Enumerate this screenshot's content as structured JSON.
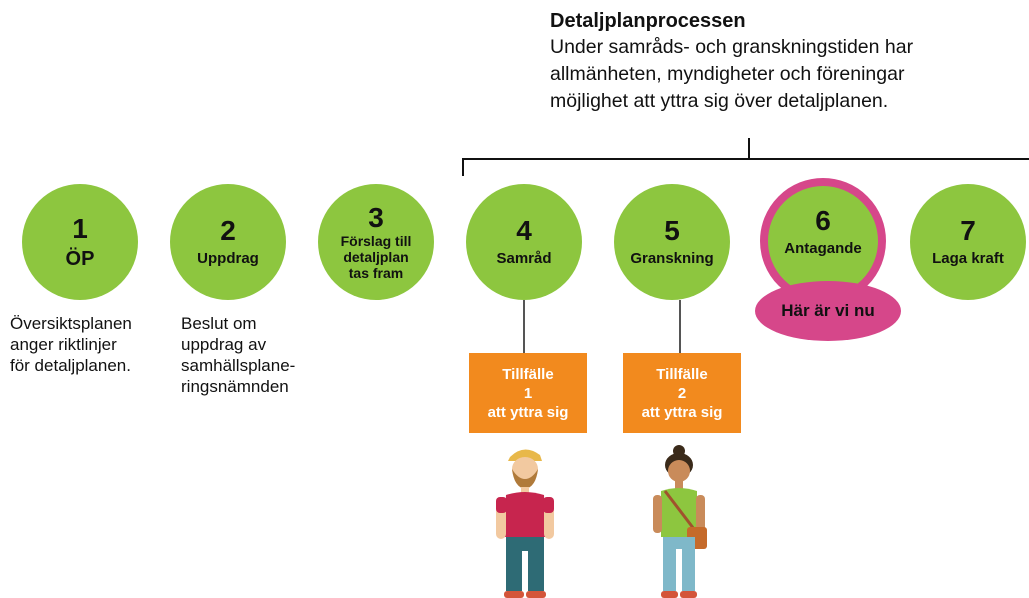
{
  "header": {
    "title": "Detaljplanprocessen",
    "lines": [
      "Under samråds- och granskningstiden har",
      "allmänheten, myndigheter och föreningar",
      "möjlighet att yttra sig över detaljplanen."
    ]
  },
  "steps": [
    {
      "number": "1",
      "label": "ÖP"
    },
    {
      "number": "2",
      "label": "Uppdrag"
    },
    {
      "number": "3",
      "label": "Förslag till\ndetaljplan\ntas fram"
    },
    {
      "number": "4",
      "label": "Samråd"
    },
    {
      "number": "5",
      "label": "Granskning"
    },
    {
      "number": "6",
      "label": "Antagande"
    },
    {
      "number": "7",
      "label": "Laga kraft"
    }
  ],
  "current_marker": "Här är vi nu",
  "notes": {
    "step1": [
      "Översiktsplanen",
      "anger riktlinjer",
      "för detaljplanen."
    ],
    "step2": [
      "Beslut om",
      "uppdrag av",
      "samhällsplane-",
      "ringsnämnden"
    ]
  },
  "opportunities": [
    {
      "line1": "Tillfälle",
      "line2": "1",
      "line3": "att yttra sig"
    },
    {
      "line1": "Tillfälle",
      "line2": "2",
      "line3": "att yttra sig"
    }
  ],
  "colors": {
    "step_green": "#8dc63f",
    "current_pink": "#d6478a",
    "box_orange": "#f28a1e"
  }
}
